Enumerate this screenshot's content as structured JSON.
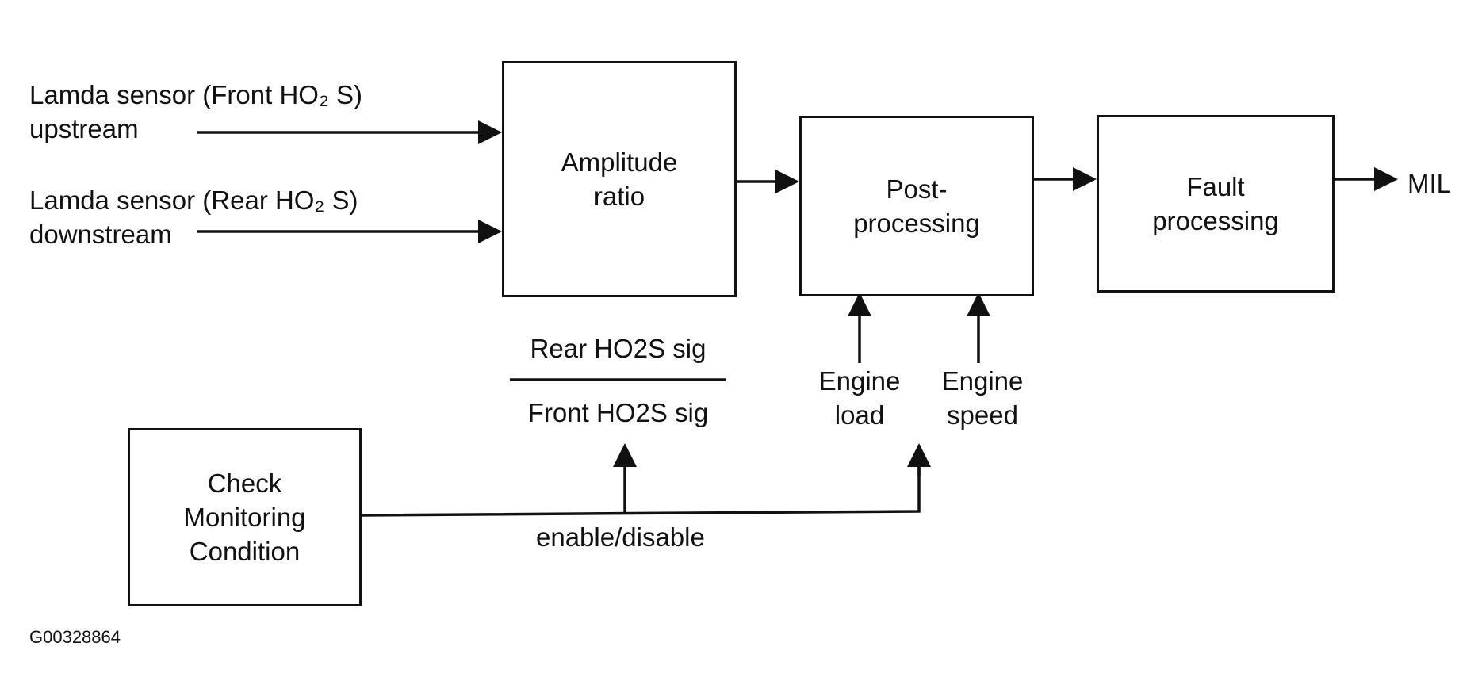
{
  "diagram": {
    "inputs": {
      "front_sensor": "Lamda sensor (Front HO₂ S)\nupstream",
      "rear_sensor": "Lamda sensor (Rear HO₂ S)\ndownstream"
    },
    "blocks": {
      "amplitude_ratio": "Amplitude\nratio",
      "post_processing": "Post-\nprocessing",
      "fault_processing": "Fault\nprocessing",
      "check_monitoring": "Check\nMonitoring\nCondition"
    },
    "ratio": {
      "numerator": "Rear HO2S sig",
      "denominator": "Front HO2S sig"
    },
    "signals": {
      "engine_load": "Engine\nload",
      "engine_speed": "Engine\nspeed",
      "enable_disable": "enable/disable",
      "output": "MIL"
    },
    "figure_id": "G00328864"
  }
}
